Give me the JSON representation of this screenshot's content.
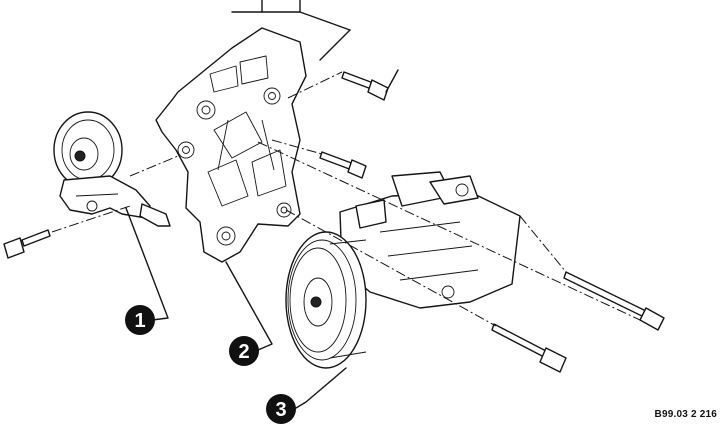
{
  "diagram": {
    "callouts": [
      {
        "id": "1",
        "label": "1"
      },
      {
        "id": "2",
        "label": "2"
      },
      {
        "id": "3",
        "label": "3"
      }
    ],
    "reference_code": "B99.03 2 216"
  }
}
